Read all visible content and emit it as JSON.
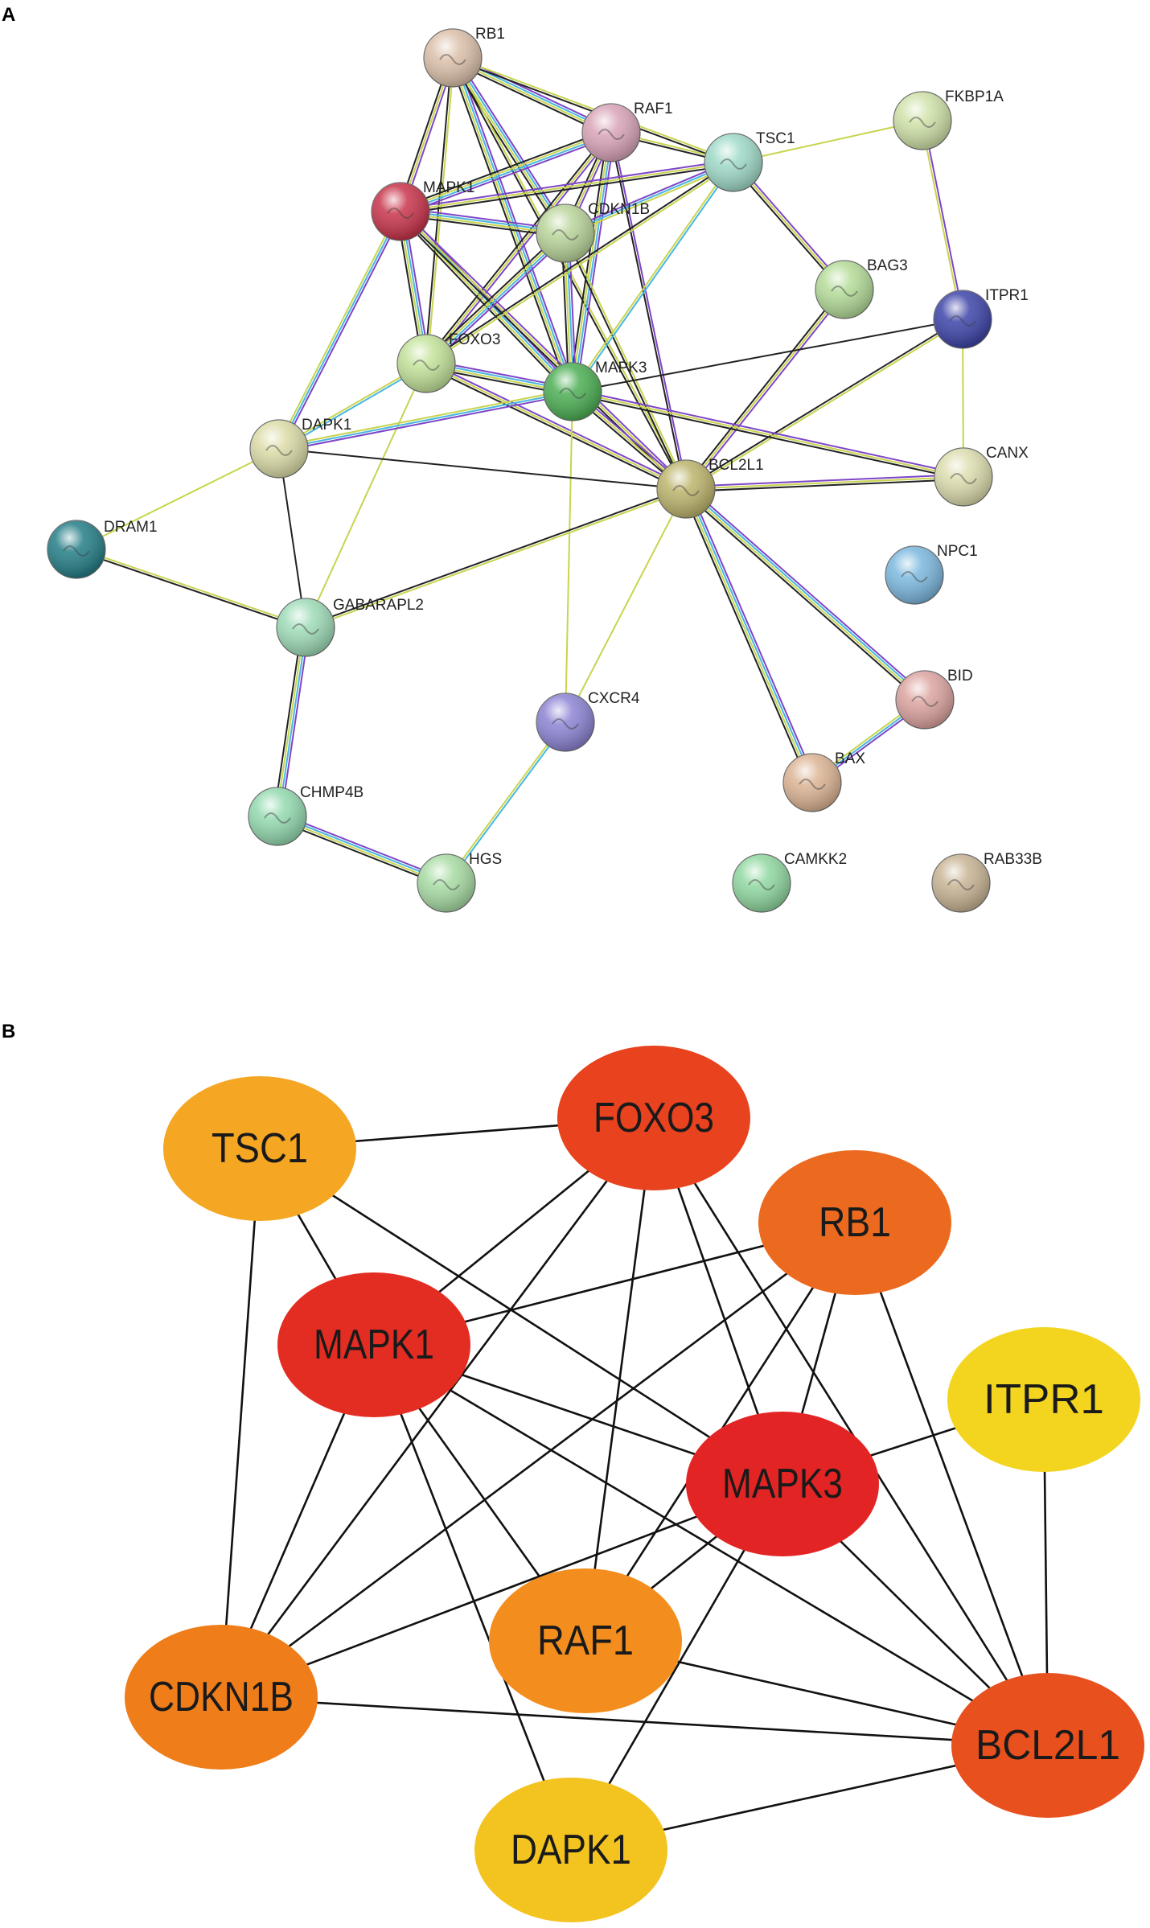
{
  "panels": [
    {
      "id": "A",
      "letter": "A"
    },
    {
      "id": "B",
      "letter": "B"
    }
  ],
  "panel_a": {
    "nodes": [
      {
        "id": "RB1",
        "label": "RB1",
        "color": "#dcc0aa"
      },
      {
        "id": "RAF1",
        "label": "RAF1",
        "color": "#d9a4b8"
      },
      {
        "id": "MAPK1",
        "label": "MAPK1",
        "color": "#c8334a"
      },
      {
        "id": "CDKN1B",
        "label": "CDKN1B",
        "color": "#b9d49a"
      },
      {
        "id": "TSC1",
        "label": "TSC1",
        "color": "#9fdac8"
      },
      {
        "id": "FKBP1A",
        "label": "FKBP1A",
        "color": "#cfe2a8"
      },
      {
        "id": "BAG3",
        "label": "BAG3",
        "color": "#b4dc98"
      },
      {
        "id": "ITPR1",
        "label": "ITPR1",
        "color": "#3d44a8"
      },
      {
        "id": "FOXO3",
        "label": "FOXO3",
        "color": "#c3e29a"
      },
      {
        "id": "MAPK3",
        "label": "MAPK3",
        "color": "#4cae54"
      },
      {
        "id": "DAPK1",
        "label": "DAPK1",
        "color": "#dcdca8"
      },
      {
        "id": "BCL2L1",
        "label": "BCL2L1",
        "color": "#bcb46c"
      },
      {
        "id": "CANX",
        "label": "CANX",
        "color": "#dcdcae"
      },
      {
        "id": "DRAM1",
        "label": "DRAM1",
        "color": "#247e86"
      },
      {
        "id": "NPC1",
        "label": "NPC1",
        "color": "#7cb8de"
      },
      {
        "id": "GABARAPL2",
        "label": "GABARAPL2",
        "color": "#9fdcb8"
      },
      {
        "id": "BID",
        "label": "BID",
        "color": "#dca4a0"
      },
      {
        "id": "CXCR4",
        "label": "CXCR4",
        "color": "#8c84d4"
      },
      {
        "id": "BAX",
        "label": "BAX",
        "color": "#dcb494"
      },
      {
        "id": "CHMP4B",
        "label": "CHMP4B",
        "color": "#94dab0"
      },
      {
        "id": "HGS",
        "label": "HGS",
        "color": "#a8dca4"
      },
      {
        "id": "CAMKK2",
        "label": "CAMKK2",
        "color": "#90d8a0"
      },
      {
        "id": "RAB33B",
        "label": "RAB33B",
        "color": "#c8b494"
      }
    ],
    "edges": [
      {
        "s": "RB1",
        "t": "RAF1",
        "colors": [
          "#7e45c8",
          "#47b6e0",
          "#c8d44e",
          "#222222"
        ]
      },
      {
        "s": "RB1",
        "t": "MAPK1",
        "colors": [
          "#7e45c8",
          "#c8d44e",
          "#222222"
        ]
      },
      {
        "s": "RB1",
        "t": "CDKN1B",
        "colors": [
          "#7e45c8",
          "#47b6e0",
          "#c8d44e",
          "#222222"
        ]
      },
      {
        "s": "RB1",
        "t": "TSC1",
        "colors": [
          "#c8d44e",
          "#222222"
        ]
      },
      {
        "s": "RB1",
        "t": "FOXO3",
        "colors": [
          "#c8d44e",
          "#222222"
        ]
      },
      {
        "s": "RB1",
        "t": "MAPK3",
        "colors": [
          "#7e45c8",
          "#47b6e0",
          "#c8d44e",
          "#222222"
        ]
      },
      {
        "s": "RB1",
        "t": "BCL2L1",
        "colors": [
          "#c8d44e",
          "#222222"
        ]
      },
      {
        "s": "RAF1",
        "t": "MAPK1",
        "colors": [
          "#7e45c8",
          "#47b6e0",
          "#c8d44e",
          "#222222"
        ]
      },
      {
        "s": "RAF1",
        "t": "CDKN1B",
        "colors": [
          "#7e45c8",
          "#c8d44e",
          "#222222"
        ]
      },
      {
        "s": "RAF1",
        "t": "TSC1",
        "colors": [
          "#c8d44e",
          "#222222"
        ]
      },
      {
        "s": "RAF1",
        "t": "FOXO3",
        "colors": [
          "#7e45c8",
          "#c8d44e",
          "#222222"
        ]
      },
      {
        "s": "RAF1",
        "t": "MAPK3",
        "colors": [
          "#7e45c8",
          "#47b6e0",
          "#c8d44e",
          "#222222"
        ]
      },
      {
        "s": "RAF1",
        "t": "BCL2L1",
        "colors": [
          "#7e45c8",
          "#222222"
        ]
      },
      {
        "s": "MAPK1",
        "t": "CDKN1B",
        "colors": [
          "#7e45c8",
          "#47b6e0",
          "#c8d44e",
          "#222222"
        ]
      },
      {
        "s": "MAPK1",
        "t": "TSC1",
        "colors": [
          "#7e45c8",
          "#c8d44e",
          "#222222"
        ]
      },
      {
        "s": "MAPK1",
        "t": "FOXO3",
        "colors": [
          "#7e45c8",
          "#47b6e0",
          "#c8d44e",
          "#222222"
        ]
      },
      {
        "s": "MAPK1",
        "t": "MAPK3",
        "colors": [
          "#7e45c8",
          "#47b6e0",
          "#c8d44e",
          "#222222"
        ]
      },
      {
        "s": "MAPK1",
        "t": "DAPK1",
        "colors": [
          "#7e45c8",
          "#47b6e0",
          "#c8d44e"
        ]
      },
      {
        "s": "MAPK1",
        "t": "BCL2L1",
        "colors": [
          "#7e45c8",
          "#c8d44e",
          "#222222"
        ]
      },
      {
        "s": "CDKN1B",
        "t": "TSC1",
        "colors": [
          "#7e45c8",
          "#47b6e0",
          "#c8d44e"
        ]
      },
      {
        "s": "CDKN1B",
        "t": "FOXO3",
        "colors": [
          "#7e45c8",
          "#47b6e0",
          "#c8d44e",
          "#222222"
        ]
      },
      {
        "s": "CDKN1B",
        "t": "MAPK3",
        "colors": [
          "#7e45c8",
          "#47b6e0",
          "#c8d44e",
          "#222222"
        ]
      },
      {
        "s": "CDKN1B",
        "t": "BCL2L1",
        "colors": [
          "#c8d44e",
          "#222222"
        ]
      },
      {
        "s": "TSC1",
        "t": "FKBP1A",
        "colors": [
          "#c8d44e"
        ]
      },
      {
        "s": "TSC1",
        "t": "BAG3",
        "colors": [
          "#7e45c8",
          "#c8d44e",
          "#222222"
        ]
      },
      {
        "s": "TSC1",
        "t": "MAPK3",
        "colors": [
          "#47b6e0",
          "#c8d44e"
        ]
      },
      {
        "s": "TSC1",
        "t": "FOXO3",
        "colors": [
          "#c8d44e",
          "#222222"
        ]
      },
      {
        "s": "FKBP1A",
        "t": "ITPR1",
        "colors": [
          "#7e45c8",
          "#c8d44e"
        ]
      },
      {
        "s": "BAG3",
        "t": "BCL2L1",
        "colors": [
          "#7e45c8",
          "#c8d44e",
          "#222222"
        ]
      },
      {
        "s": "ITPR1",
        "t": "BCL2L1",
        "colors": [
          "#c8d44e",
          "#222222"
        ]
      },
      {
        "s": "ITPR1",
        "t": "CANX",
        "colors": [
          "#c8d44e"
        ]
      },
      {
        "s": "ITPR1",
        "t": "MAPK3",
        "colors": [
          "#222222"
        ]
      },
      {
        "s": "FOXO3",
        "t": "MAPK3",
        "colors": [
          "#7e45c8",
          "#47b6e0",
          "#c8d44e",
          "#222222"
        ]
      },
      {
        "s": "FOXO3",
        "t": "DAPK1",
        "colors": [
          "#47b6e0",
          "#c8d44e"
        ]
      },
      {
        "s": "FOXO3",
        "t": "BCL2L1",
        "colors": [
          "#7e45c8",
          "#c8d44e",
          "#222222"
        ]
      },
      {
        "s": "FOXO3",
        "t": "GABARAPL2",
        "colors": [
          "#c8d44e"
        ]
      },
      {
        "s": "MAPK3",
        "t": "DAPK1",
        "colors": [
          "#7e45c8",
          "#47b6e0",
          "#c8d44e"
        ]
      },
      {
        "s": "MAPK3",
        "t": "BCL2L1",
        "colors": [
          "#7e45c8",
          "#c8d44e",
          "#222222"
        ]
      },
      {
        "s": "MAPK3",
        "t": "CXCR4",
        "colors": [
          "#c8d44e"
        ]
      },
      {
        "s": "MAPK3",
        "t": "CANX",
        "colors": [
          "#7e45c8",
          "#c8d44e",
          "#222222"
        ]
      },
      {
        "s": "DAPK1",
        "t": "BCL2L1",
        "colors": [
          "#222222"
        ]
      },
      {
        "s": "DAPK1",
        "t": "DRAM1",
        "colors": [
          "#c8d44e"
        ]
      },
      {
        "s": "DAPK1",
        "t": "GABARAPL2",
        "colors": [
          "#222222"
        ]
      },
      {
        "s": "BCL2L1",
        "t": "CANX",
        "colors": [
          "#7e45c8",
          "#c8d44e",
          "#222222"
        ]
      },
      {
        "s": "BCL2L1",
        "t": "GABARAPL2",
        "colors": [
          "#c8d44e",
          "#222222"
        ]
      },
      {
        "s": "BCL2L1",
        "t": "BID",
        "colors": [
          "#7e45c8",
          "#47b6e0",
          "#c8d44e",
          "#222222"
        ]
      },
      {
        "s": "BCL2L1",
        "t": "BAX",
        "colors": [
          "#7e45c8",
          "#47b6e0",
          "#c8d44e",
          "#222222"
        ]
      },
      {
        "s": "BCL2L1",
        "t": "CXCR4",
        "colors": [
          "#c8d44e"
        ]
      },
      {
        "s": "BID",
        "t": "BAX",
        "colors": [
          "#7e45c8",
          "#47b6e0",
          "#c8d44e"
        ]
      },
      {
        "s": "DRAM1",
        "t": "GABARAPL2",
        "colors": [
          "#c8d44e",
          "#222222"
        ]
      },
      {
        "s": "GABARAPL2",
        "t": "CHMP4B",
        "colors": [
          "#7e45c8",
          "#47b6e0",
          "#c8d44e",
          "#222222"
        ]
      },
      {
        "s": "CHMP4B",
        "t": "HGS",
        "colors": [
          "#7e45c8",
          "#47b6e0",
          "#c8d44e",
          "#222222"
        ]
      },
      {
        "s": "CXCR4",
        "t": "HGS",
        "colors": [
          "#47b6e0",
          "#c8d44e"
        ]
      }
    ]
  },
  "panel_b": {
    "nodes": [
      {
        "id": "TSC1",
        "label": "TSC1",
        "color": "#f5a623"
      },
      {
        "id": "FOXO3",
        "label": "FOXO3",
        "color": "#e8421e"
      },
      {
        "id": "RB1",
        "label": "RB1",
        "color": "#ec6a1f"
      },
      {
        "id": "MAPK1",
        "label": "MAPK1",
        "color": "#e42d22"
      },
      {
        "id": "ITPR1",
        "label": "ITPR1",
        "color": "#f3d51f"
      },
      {
        "id": "MAPK3",
        "label": "MAPK3",
        "color": "#e32424"
      },
      {
        "id": "CDKN1B",
        "label": "CDKN1B",
        "color": "#ee7d1a"
      },
      {
        "id": "RAF1",
        "label": "RAF1",
        "color": "#f38e1e"
      },
      {
        "id": "BCL2L1",
        "label": "BCL2L1",
        "color": "#e8501e"
      },
      {
        "id": "DAPK1",
        "label": "DAPK1",
        "color": "#f3c41f"
      }
    ],
    "edges": [
      {
        "s": "TSC1",
        "t": "FOXO3"
      },
      {
        "s": "TSC1",
        "t": "MAPK1"
      },
      {
        "s": "TSC1",
        "t": "MAPK3"
      },
      {
        "s": "TSC1",
        "t": "CDKN1B"
      },
      {
        "s": "FOXO3",
        "t": "MAPK1"
      },
      {
        "s": "FOXO3",
        "t": "CDKN1B"
      },
      {
        "s": "FOXO3",
        "t": "RAF1"
      },
      {
        "s": "FOXO3",
        "t": "MAPK3"
      },
      {
        "s": "FOXO3",
        "t": "BCL2L1"
      },
      {
        "s": "RB1",
        "t": "MAPK1"
      },
      {
        "s": "RB1",
        "t": "CDKN1B"
      },
      {
        "s": "RB1",
        "t": "RAF1"
      },
      {
        "s": "RB1",
        "t": "MAPK3"
      },
      {
        "s": "RB1",
        "t": "BCL2L1"
      },
      {
        "s": "MAPK1",
        "t": "MAPK3"
      },
      {
        "s": "MAPK1",
        "t": "CDKN1B"
      },
      {
        "s": "MAPK1",
        "t": "RAF1"
      },
      {
        "s": "MAPK1",
        "t": "DAPK1"
      },
      {
        "s": "MAPK1",
        "t": "BCL2L1"
      },
      {
        "s": "ITPR1",
        "t": "MAPK3"
      },
      {
        "s": "ITPR1",
        "t": "BCL2L1"
      },
      {
        "s": "MAPK3",
        "t": "CDKN1B"
      },
      {
        "s": "MAPK3",
        "t": "RAF1"
      },
      {
        "s": "MAPK3",
        "t": "BCL2L1"
      },
      {
        "s": "MAPK3",
        "t": "DAPK1"
      },
      {
        "s": "CDKN1B",
        "t": "BCL2L1"
      },
      {
        "s": "RAF1",
        "t": "BCL2L1"
      },
      {
        "s": "DAPK1",
        "t": "BCL2L1"
      }
    ]
  }
}
